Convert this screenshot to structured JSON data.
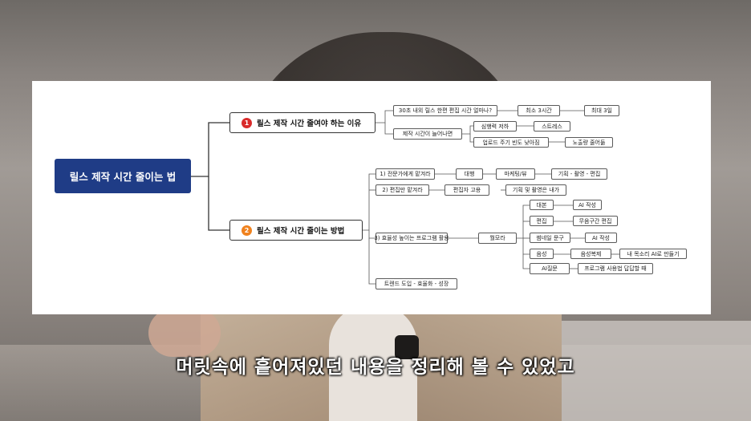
{
  "colors": {
    "root_bg": "#1f3c86",
    "badge_1": "#d92b2b",
    "badge_2": "#f0821e",
    "line": "#333333"
  },
  "mindmap": {
    "root": "릴스 제작 시간 줄이는 법",
    "branch1": {
      "badge": "1",
      "label": "릴스 제작 시간 줄여야 하는 이유",
      "q1": "30초 내외 릴스 한편 편집 시간 얼마나?",
      "q1_a": "최소 3시간",
      "q1_b": "최대 3일",
      "q2": "제작 시간이 늘어나면",
      "q2_a": "심행력 저하",
      "q2_a2": "스트레스",
      "q2_b": "업로드 주기 빈도 낮아짐",
      "q2_b2": "노출량 줄어듦"
    },
    "branch2": {
      "badge": "2",
      "label": "릴스 제작 시간 줄이는 방법",
      "s1": "1) 전문가에게 맡겨라",
      "s1_a": "대행",
      "s1_b": "마케팅/뷰",
      "s1_c": "기획 - 촬영 - 편집",
      "s2": "2) 편집만 맡겨라",
      "s2_a": "편집자 고용",
      "s2_b": "기획 및 촬영은 내가",
      "s3": "3) 효율성 높이는 프로그램 활용",
      "s3_a": "뭘모라",
      "t1": "대본",
      "t1_a": "AI 작성",
      "t2": "편집",
      "t2_a": "무음구간 편집",
      "t3": "썸네일 문구",
      "t3_a": "AI 작성",
      "t4": "음성",
      "t4_a": "음성복제",
      "t4_b": "내 목소리 AI로 만들기",
      "t5": "AI질문",
      "t5_a": "프로그램 사용법 답답할 때",
      "s4": "트렌드 도입 - 효율화 - 성장"
    }
  },
  "subtitle": "머릿속에 흩어져있던 내용을 정리해 볼 수 있었고"
}
